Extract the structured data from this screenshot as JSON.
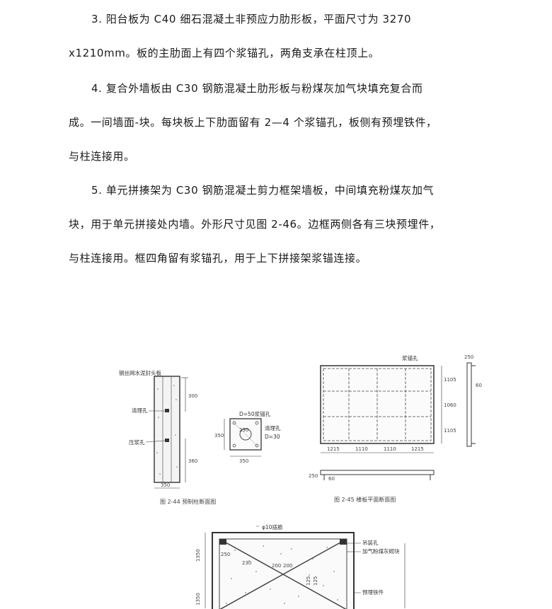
{
  "paragraphs": [
    {
      "line1": "3. 阳台板为 C40 细石混凝土非预应力肋形板，平面尺寸为 3270",
      "line2": "x1210mm。板的主肋面上有四个浆锚孔，两角支承在柱顶上。"
    },
    {
      "line1": "4. 复合外墙板由 C30 钢筋混凝土肋形板与粉煤灰加气块填充复合而",
      "line2": "成。一间墙面-块。每块板上下肋面留有 2—4 个浆锚孔，板侧有预埋铁件，",
      "line3": "与柱连接用。"
    },
    {
      "line1": "5. 单元拼揍架为 C30 钢筋混凝土剪力框架墙板，中间填充粉煤灰加气",
      "line2": "块，用于单元拼接处内墙。外形尺寸见图 2-46。边框两侧各有三块预埋件，",
      "line3": "与柱连接用。框四角留有浆锚孔，用于上下拼接架浆锚连接。"
    }
  ],
  "fig44": {
    "caption": "图 2-44  预制柱断面图",
    "label_top": "钢丝网水泥封头板",
    "label_clean": "清理孔",
    "label_press": "压浆孔",
    "dim_300": "300",
    "dim_360": "360",
    "dim_350_bottom": "350",
    "section_anchor": "D=50浆锚孔",
    "section_clean": "清理孔",
    "section_clean_d": "D=30",
    "section_dim_side": "350",
    "section_dim_bottom": "350",
    "section_diag": "230"
  },
  "fig45": {
    "caption": "图 2-45  楼板平面断面图",
    "label_anchor": "浆锚孔",
    "dims_bottom": [
      "1215",
      "1110",
      "1110",
      "1215"
    ],
    "dims_right": [
      "1105",
      "1060",
      "1105"
    ],
    "dim_250": "250",
    "dim_60": "60",
    "dim_250_left": "250",
    "dim_60_small": "60"
  },
  "fig46": {
    "label_rebar": "φ10插筋",
    "label_hoist": "吊装孔",
    "label_infill": "加气粉煤灰砌块",
    "label_embed": "预埋铁件",
    "dim_1350_a": "1350",
    "dim_1350_b": "1350",
    "dim_250": "250",
    "dim_230": "230",
    "dim_200_a": "200",
    "dim_200_b": "200",
    "dim_125_a": "125",
    "dim_125_b": "125"
  }
}
